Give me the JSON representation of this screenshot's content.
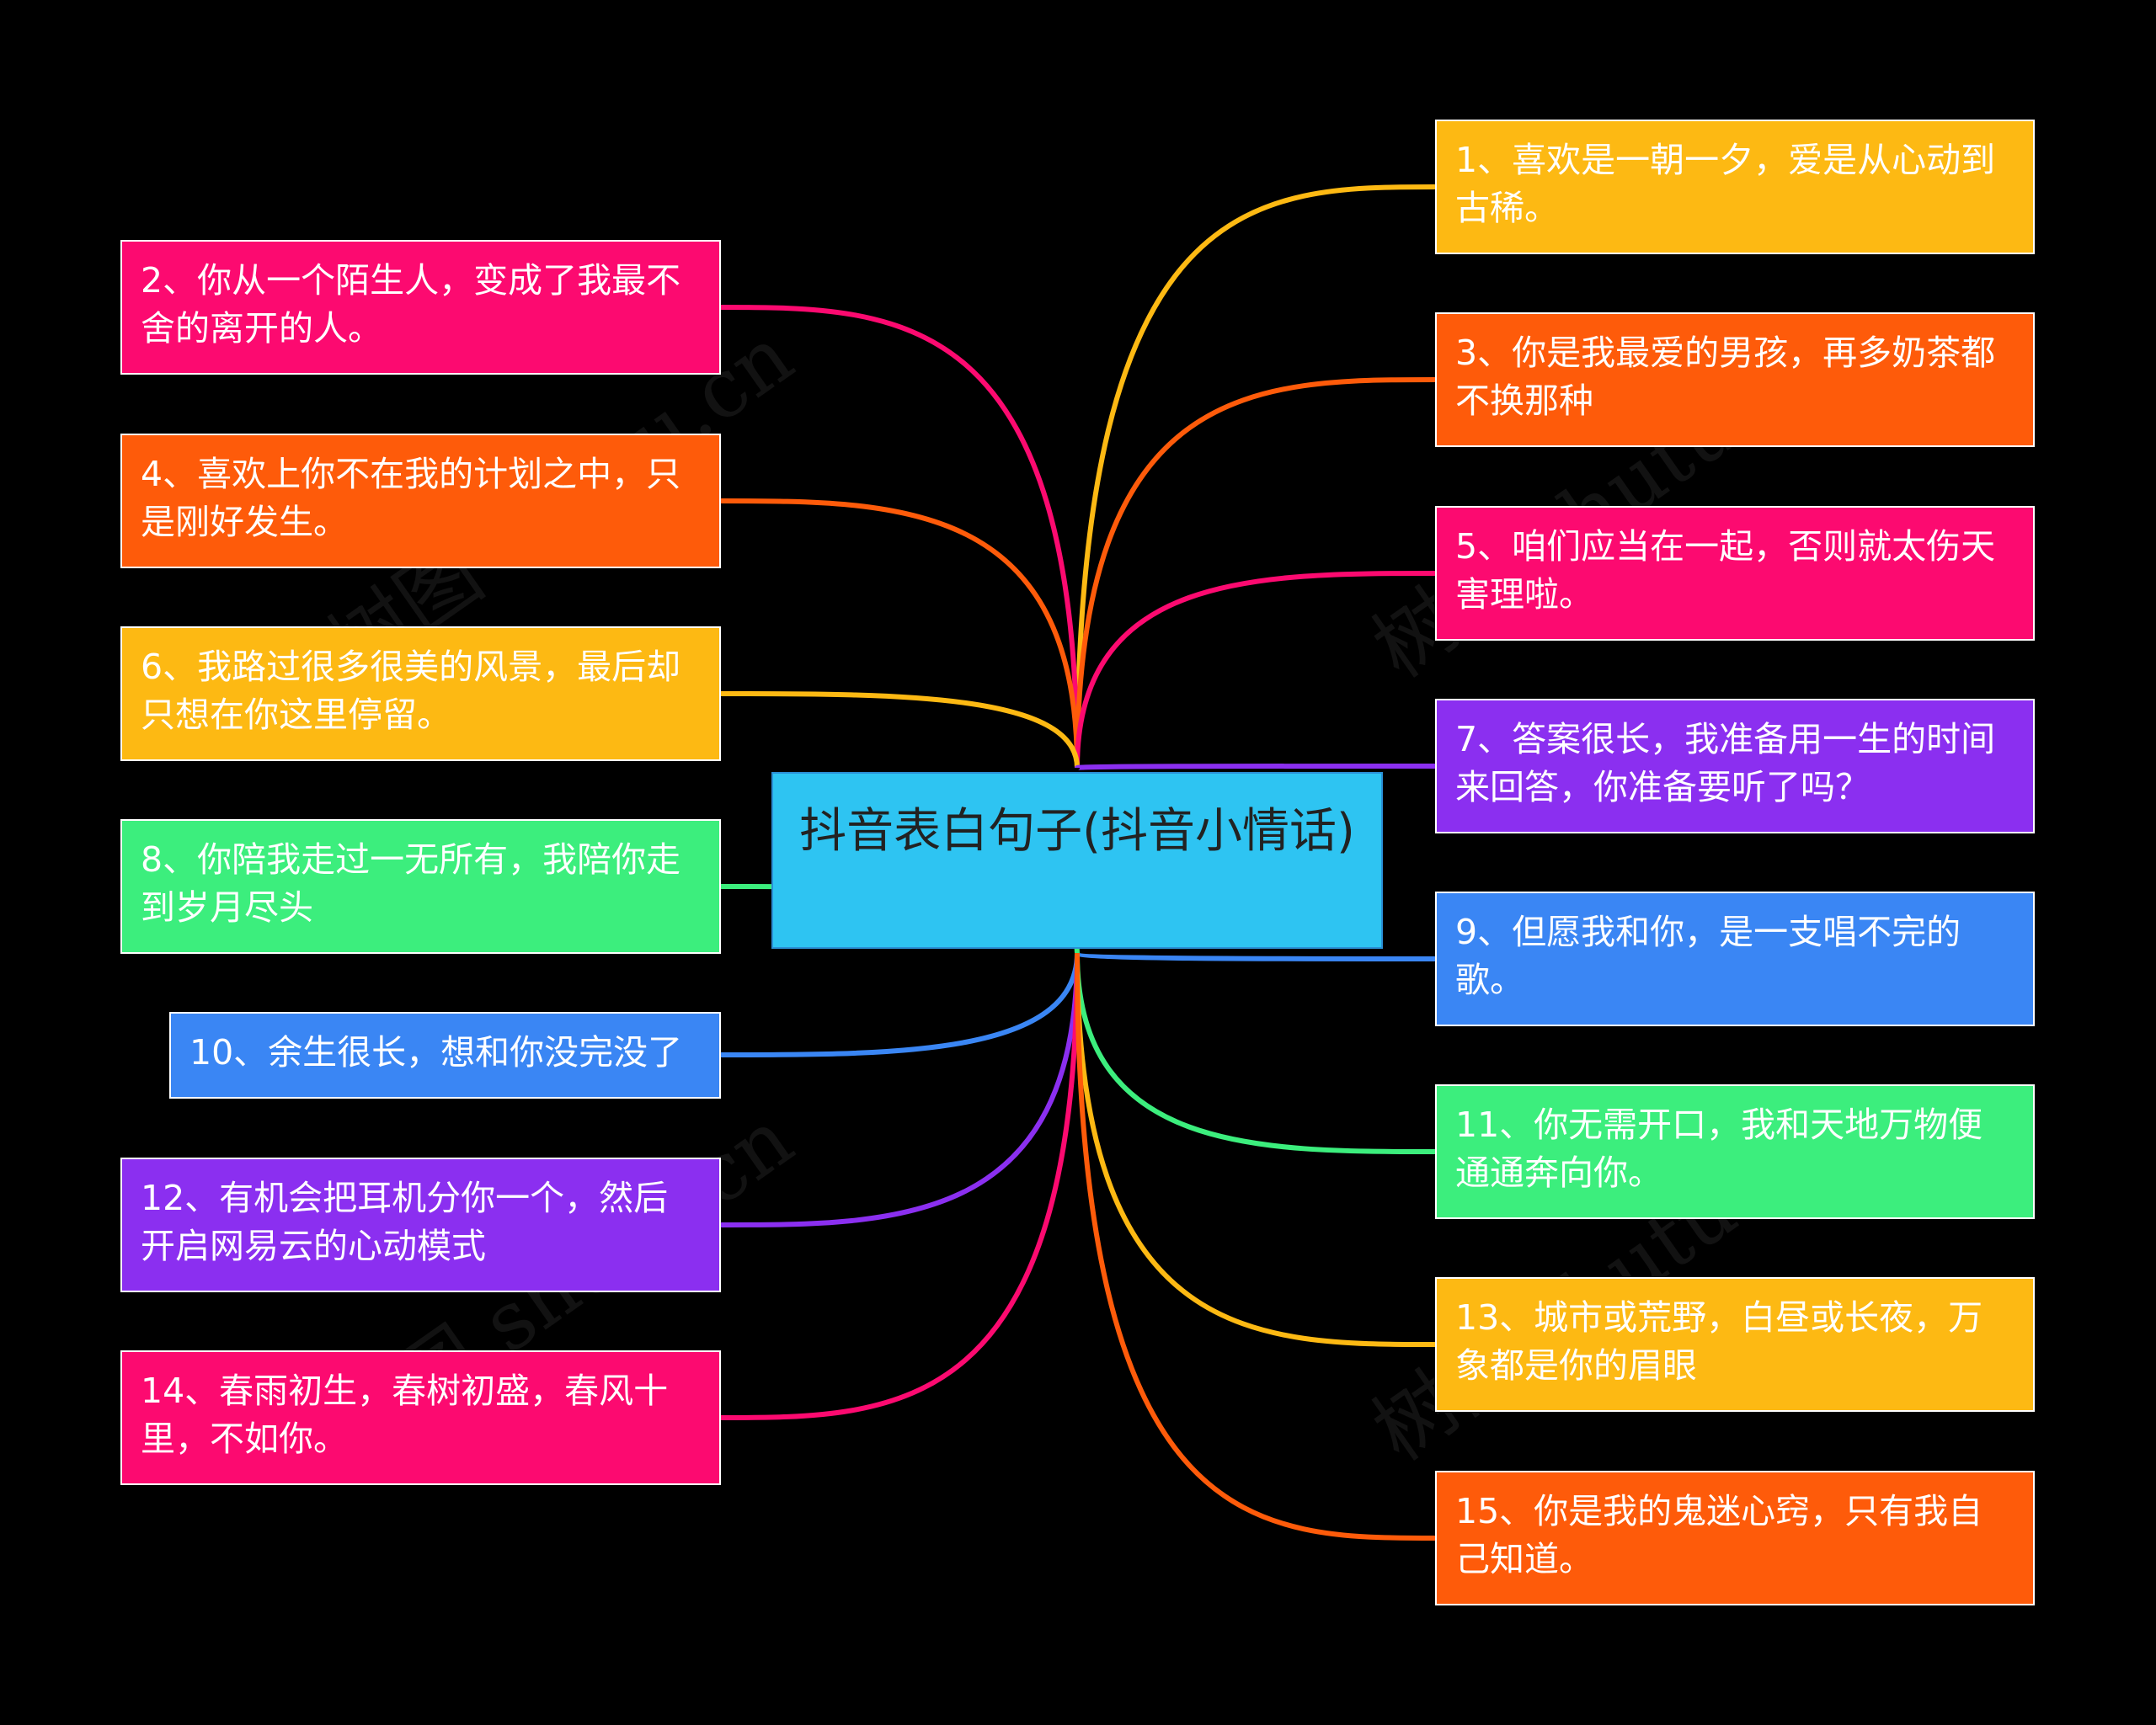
{
  "root": {
    "title": "抖音表白句子(抖音小情话)",
    "color": "#2ec4f2"
  },
  "nodes": [
    {
      "text": "1、喜欢是一朝一夕，爱是从心动到古稀。",
      "color": "#fdb913"
    },
    {
      "text": "2、你从一个陌生人，变成了我最不舍的离开的人。",
      "color": "#fc0a70"
    },
    {
      "text": "3、你是我最爱的男孩，再多奶茶都不换那种",
      "color": "#fe5b0a"
    },
    {
      "text": "4、喜欢上你不在我的计划之中，只是刚好发生。",
      "color": "#fe5b0a"
    },
    {
      "text": "5、咱们应当在一起，否则就太伤天害理啦。",
      "color": "#fc0a70"
    },
    {
      "text": "6、我路过很多很美的风景，最后却只想在你这里停留。",
      "color": "#fdb913"
    },
    {
      "text": "7、答案很长，我准备用一生的时间来回答，你准备要听了吗？",
      "color": "#8b2ff0"
    },
    {
      "text": "8、你陪我走过一无所有，我陪你走到岁月尽头",
      "color": "#3cee7d"
    },
    {
      "text": "9、但愿我和你，是一支唱不完的歌。",
      "color": "#3a86f4"
    },
    {
      "text": "10、余生很长，想和你没完没了",
      "color": "#3a86f4"
    },
    {
      "text": "11、你无需开口，我和天地万物便通通奔向你。",
      "color": "#3cee7d"
    },
    {
      "text": "12、有机会把耳机分你一个，然后开启网易云的心动模式",
      "color": "#8b2ff0"
    },
    {
      "text": "13、城市或荒野，白昼或长夜，万象都是你的眉眼",
      "color": "#fdb913"
    },
    {
      "text": "14、春雨初生，春树初盛，春风十里，不如你。",
      "color": "#fc0a70"
    },
    {
      "text": "15、你是我的鬼迷心窍，只有我自己知道。",
      "color": "#fe5b0a"
    }
  ],
  "watermark": "树图 shutu.cn"
}
